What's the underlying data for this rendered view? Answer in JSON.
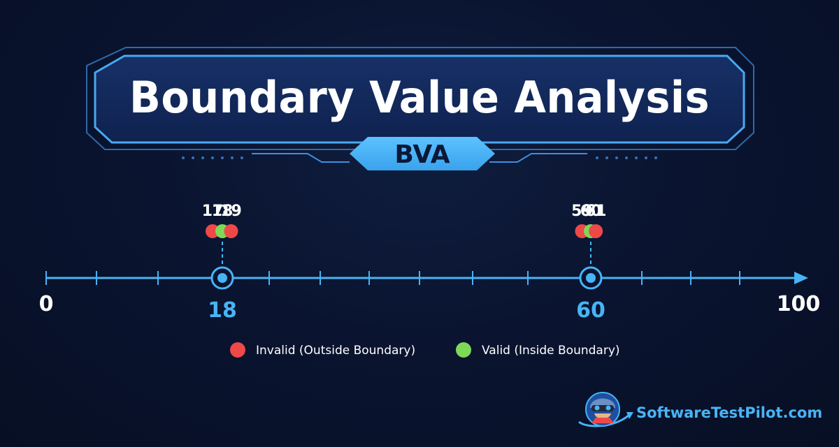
{
  "header": {
    "title": "Boundary Value Analysis",
    "badge": "BVA"
  },
  "number_line": {
    "min": 0,
    "max": 100,
    "min_label": "0",
    "max_label": "100",
    "boundaries": [
      {
        "value": 18,
        "label": "18"
      },
      {
        "value": 60,
        "label": "60"
      }
    ],
    "test_points": [
      {
        "value": 17,
        "label": "17",
        "status": "invalid"
      },
      {
        "value": 18,
        "label": "18",
        "status": "valid"
      },
      {
        "value": 19,
        "label": "19",
        "status": "invalid"
      },
      {
        "value": 59,
        "label": "59",
        "status": "invalid"
      },
      {
        "value": 60,
        "label": "60",
        "status": "valid"
      },
      {
        "value": 61,
        "label": "61",
        "status": "invalid"
      }
    ]
  },
  "legend": {
    "invalid": "Invalid (Outside Boundary)",
    "valid": "Valid (Inside Boundary)"
  },
  "brand": {
    "name": "SoftwareTestPilot.com"
  },
  "colors": {
    "invalid": "#ef4848",
    "valid": "#7ed957",
    "accent": "#48b4f5",
    "background": "#0a1430"
  }
}
